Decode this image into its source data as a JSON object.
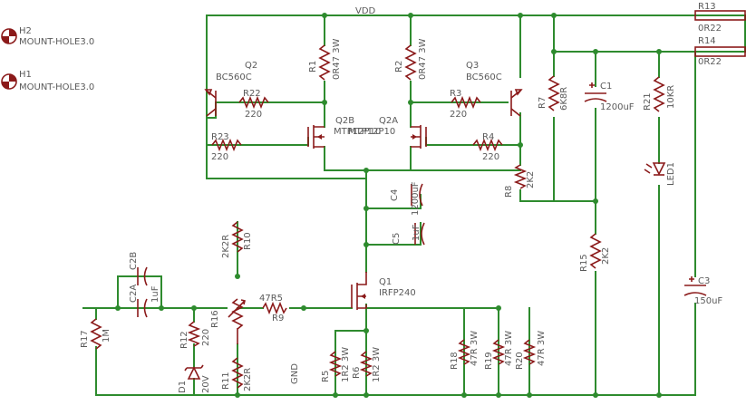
{
  "net": {
    "vdd": "VDD",
    "gnd": "GND"
  },
  "holes": [
    {
      "ref": "H2",
      "value": "MOUNT-HOLE3.0"
    },
    {
      "ref": "H1",
      "value": "MOUNT-HOLE3.0"
    }
  ],
  "resistors": {
    "R1": {
      "ref": "R1",
      "value": "0R47 3W"
    },
    "R2": {
      "ref": "R2",
      "value": "0R47 3W"
    },
    "R3": {
      "ref": "R3",
      "value": "220"
    },
    "R4": {
      "ref": "R4",
      "value": "220"
    },
    "R5": {
      "ref": "R5",
      "value": "1R2 3W"
    },
    "R6": {
      "ref": "R6",
      "value": "1R2 3W"
    },
    "R7": {
      "ref": "R7",
      "value": "6K8R"
    },
    "R8": {
      "ref": "R8",
      "value": "2K2"
    },
    "R9": {
      "ref": "R9",
      "value": "47R5"
    },
    "R10": {
      "ref": "R10",
      "value": "2K2R"
    },
    "R11": {
      "ref": "R11",
      "value": "2K2R"
    },
    "R12": {
      "ref": "R12",
      "value": "220"
    },
    "R13": {
      "ref": "R13",
      "value": "0R22"
    },
    "R14": {
      "ref": "R14",
      "value": "0R22"
    },
    "R15": {
      "ref": "R15",
      "value": "2K2"
    },
    "R16": {
      "ref": "R16",
      "value": ""
    },
    "R17": {
      "ref": "R17",
      "value": "1M"
    },
    "R18": {
      "ref": "R18",
      "value": "47R 3W"
    },
    "R19": {
      "ref": "R19",
      "value": "47R 3W"
    },
    "R20": {
      "ref": "R20",
      "value": "47R 3W"
    },
    "R21": {
      "ref": "R21",
      "value": "10KR"
    },
    "R22": {
      "ref": "R22",
      "value": "220"
    },
    "R23": {
      "ref": "R23",
      "value": "220"
    }
  },
  "capacitors": {
    "C1": {
      "ref": "C1",
      "value": "1200uF"
    },
    "C2A": {
      "ref": "C2A",
      "value": "1uF"
    },
    "C2B": {
      "ref": "C2B",
      "value": ""
    },
    "C3": {
      "ref": "C3",
      "value": "150uF"
    },
    "C4": {
      "ref": "C4",
      "value": "1200uF"
    },
    "C5": {
      "ref": "C5",
      "value": "1uF"
    }
  },
  "transistors": {
    "Q1": {
      "ref": "Q1",
      "value": "IRFP240"
    },
    "Q2": {
      "ref": "Q2",
      "value": "BC560C"
    },
    "Q3": {
      "ref": "Q3",
      "value": "BC560C"
    },
    "Q2A": {
      "ref": "Q2A",
      "value": "MTP12P10"
    },
    "Q2B": {
      "ref": "Q2B",
      "value": "MTP12P10"
    }
  },
  "diodes": {
    "D1": {
      "ref": "D1",
      "value": "20V"
    },
    "LED1": {
      "ref": "LED1",
      "value": ""
    }
  }
}
